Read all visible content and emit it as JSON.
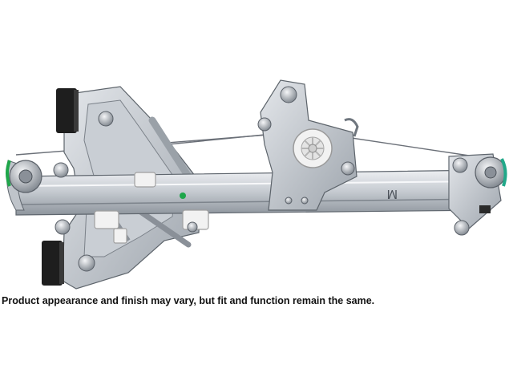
{
  "image": {
    "subject": "window-regulator-photo",
    "part_stamp": "M",
    "colors": {
      "metal_light": "#d9dde2",
      "metal_mid": "#aeb4bc",
      "metal_dark": "#6f767e",
      "plastic_white": "#f2f2f2",
      "rubber_black": "#1e1e1e",
      "accent_green": "#1ea64a",
      "accent_teal": "#21a889"
    }
  },
  "caption": {
    "text": "Product appearance and finish may vary, but fit and function remain the same."
  }
}
